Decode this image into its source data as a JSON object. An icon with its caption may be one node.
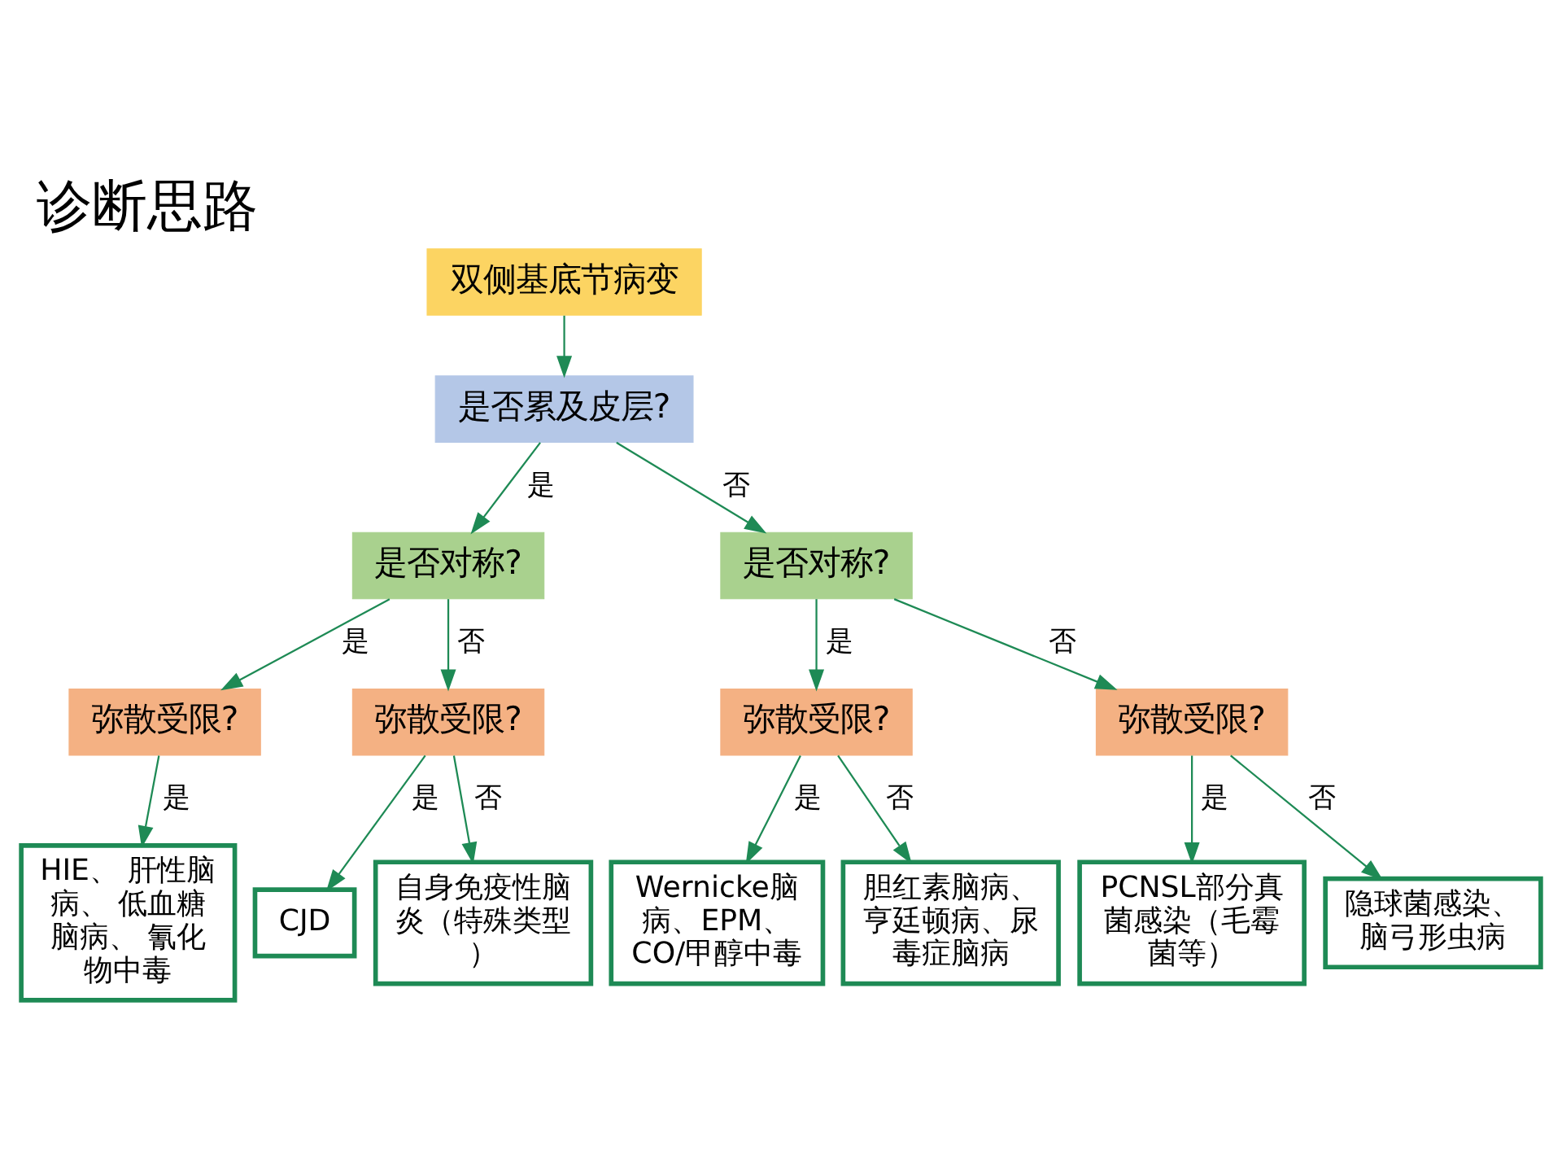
{
  "diagram": {
    "title": "诊断思路",
    "nodes": [
      {
        "text": [
          "双侧基底节病变"
        ]
      },
      {
        "text": [
          "是否累及皮层?"
        ]
      },
      {
        "text": [
          "是否对称?"
        ]
      },
      {
        "text": [
          "是否对称?"
        ]
      },
      {
        "text": [
          "弥散受限?"
        ]
      },
      {
        "text": [
          "弥散受限?"
        ]
      },
      {
        "text": [
          "弥散受限?"
        ]
      },
      {
        "text": [
          "弥散受限?"
        ]
      },
      {
        "text": [
          "HIE、 肝性脑病、 低血糖脑病、 氰化物中毒"
        ]
      },
      {
        "text": [
          "CJD"
        ]
      },
      {
        "text": [
          "自身免疫性脑炎（特殊类型）"
        ]
      },
      {
        "text": [
          "Wernicke脑病、EPM、CO/甲醇中毒"
        ]
      },
      {
        "text": [
          "胆红素脑病、亨廷顿病、尿毒症脑病"
        ]
      },
      {
        "text": [
          "PCNSL部分真菌感染（毛霉菌等）"
        ]
      },
      {
        "text": [
          "隐球菌感染、脑弓形虫病"
        ]
      }
    ],
    "edges": [
      {
        "from": 0,
        "to": 1,
        "arrow": "to"
      },
      {
        "from": 1,
        "to": 2,
        "arrow": "to",
        "label": "是"
      },
      {
        "from": 1,
        "to": 3,
        "arrow": "to",
        "label": "否"
      },
      {
        "from": 2,
        "to": 4,
        "arrow": "to",
        "label": "是"
      },
      {
        "from": 2,
        "to": 5,
        "arrow": "to",
        "label": "否"
      },
      {
        "from": 3,
        "to": 6,
        "arrow": "to",
        "label": "是"
      },
      {
        "from": 3,
        "to": 7,
        "arrow": "to",
        "label": "否"
      },
      {
        "from": 4,
        "to": 8,
        "arrow": "to",
        "label": "是"
      },
      {
        "from": 5,
        "to": 9,
        "arrow": "to",
        "label": "是"
      },
      {
        "from": 5,
        "to": 10,
        "arrow": "to",
        "label": "否"
      },
      {
        "from": 6,
        "to": 11,
        "arrow": "to",
        "label": "是"
      },
      {
        "from": 6,
        "to": 12,
        "arrow": "to",
        "label": "否"
      },
      {
        "from": 7,
        "to": 13,
        "arrow": "to",
        "label": "是"
      },
      {
        "from": 7,
        "to": 14,
        "arrow": "to",
        "label": "否"
      }
    ]
  }
}
